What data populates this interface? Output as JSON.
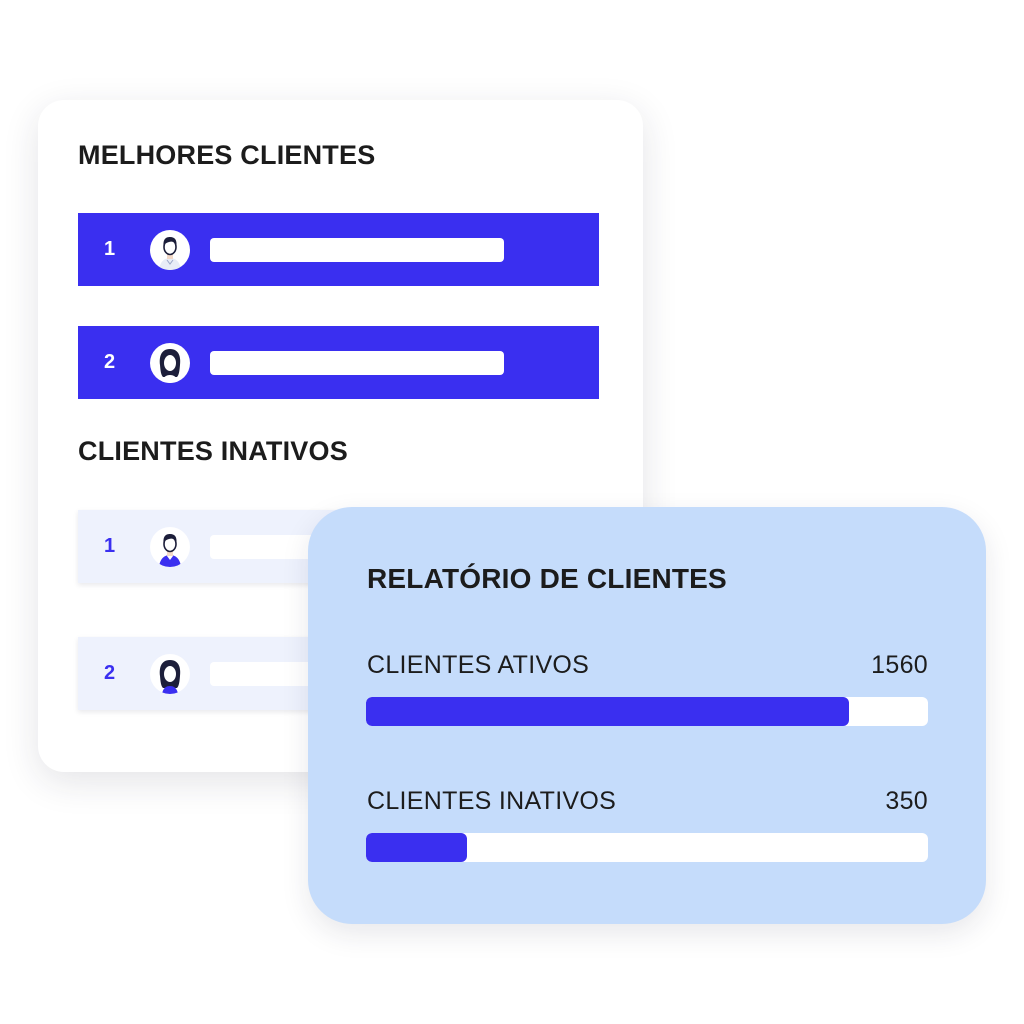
{
  "best_clients": {
    "title": "MELHORES CLIENTES",
    "items": [
      {
        "rank": "1",
        "avatar_icon": "man-avatar-icon"
      },
      {
        "rank": "2",
        "avatar_icon": "woman-avatar-icon"
      }
    ]
  },
  "inactive_clients": {
    "title": "CLIENTES INATIVOS",
    "items": [
      {
        "rank": "1",
        "avatar_icon": "man-avatar-icon"
      },
      {
        "rank": "2",
        "avatar_icon": "woman-avatar-icon"
      }
    ]
  },
  "report": {
    "title": "RELATÓRIO DE CLIENTES",
    "stats": [
      {
        "label": "CLIENTES ATIVOS",
        "value": "1560",
        "fill_fraction": 0.86
      },
      {
        "label": "CLIENTES INATIVOS",
        "value": "350",
        "fill_fraction": 0.18
      }
    ]
  },
  "colors": {
    "accent": "#3a2ff0",
    "report_background": "#c5dcfb",
    "inactive_row": "#eef2fd",
    "text": "#1c1c1c"
  }
}
